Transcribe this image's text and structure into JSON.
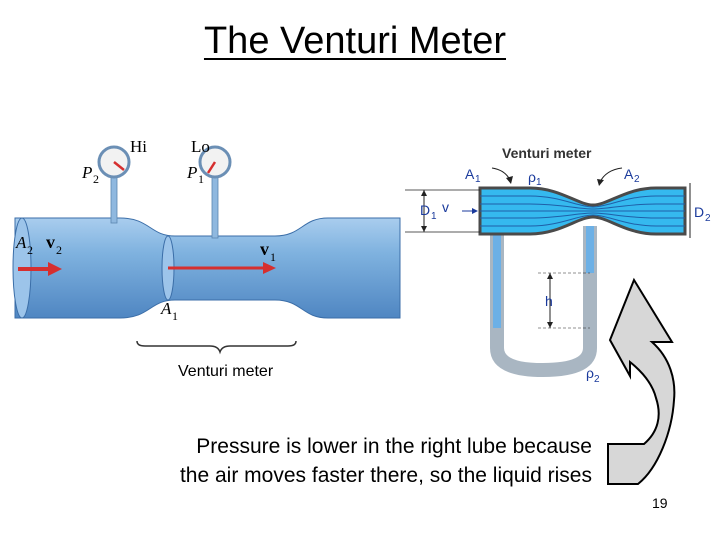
{
  "title": "The Venturi Meter",
  "left_figure": {
    "gauge_hi_label": "Hi",
    "gauge_lo_label": "Lo",
    "p2": "P",
    "p2_sub": "2",
    "p1": "P",
    "p1_sub": "1",
    "a2": "A",
    "a2_sub": "2",
    "v2": "v",
    "v2_sub": "2",
    "v1": "v",
    "v1_sub": "1",
    "a1": "A",
    "a1_sub": "1",
    "bracket_label": "Venturi meter",
    "colors": {
      "pipe": "#7fb2df",
      "arrow": "#d62f2f"
    }
  },
  "right_figure": {
    "heading": "Venturi meter",
    "a1": "A",
    "a1_sub": "1",
    "rho1": "ρ",
    "rho1_sub": "1",
    "a2": "A",
    "a2_sub": "2",
    "d1": "D",
    "d1_sub": "1",
    "v": "v",
    "d2": "D",
    "d2_sub": "2",
    "h": "h",
    "rho2": "ρ",
    "rho2_sub": "2",
    "colors": {
      "flow": "#35b9ef",
      "label": "#1a3a9c"
    }
  },
  "caption": {
    "line1": "Pressure is lower in the right lube because",
    "line2": "the air moves faster there, so the liquid rises"
  },
  "page_number": "19"
}
